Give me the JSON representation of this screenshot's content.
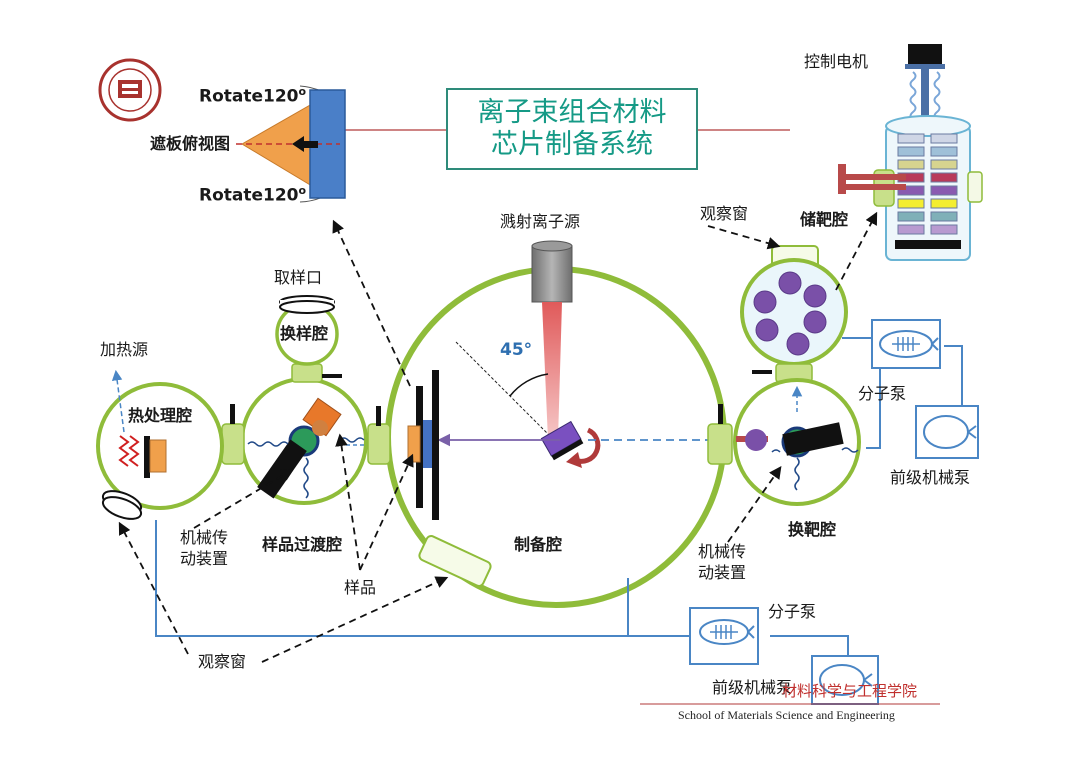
{
  "title": {
    "line1": "离子束组合材料",
    "line2": "芯片制备系统"
  },
  "top_view": {
    "label": "遮板俯视图",
    "rotate_top": "Rotate120",
    "rotate_bottom": "Rotate120",
    "degree_mark": "o"
  },
  "labels": {
    "motor": "控制电机",
    "target_store": "储靶腔",
    "obs_window_top": "观察窗",
    "sputter_source": "溅射离子源",
    "angle": "45",
    "angle_unit": "°",
    "sampling_port": "取样口",
    "sample_exchange": "换样腔",
    "heat_source": "加热源",
    "heat_chamber": "热处理腔",
    "mech_drive_left_1": "机械传",
    "mech_drive_left_2": "动装置",
    "sample_transfer": "样品过渡腔",
    "sample": "样品",
    "prep_chamber": "制备腔",
    "mech_drive_right_1": "机械传",
    "mech_drive_right_2": "动装置",
    "target_exchange": "换靶腔",
    "molecular_pump_1": "分子泵",
    "fore_pump_1": "前级机械泵",
    "molecular_pump_2": "分子泵",
    "fore_pump_2": "前级机械泵",
    "obs_window_bottom": "观察窗"
  },
  "footer": {
    "cn": "材料科学与工程学院",
    "en": "School of Materials Science and Engineering"
  },
  "colors": {
    "chamber": "#8fbc3a",
    "chamber_fill": "#ffffff",
    "pump_box": "#4a86c5",
    "beam": "#d94040",
    "sample_orange": "#f0a04b",
    "target_purple": "#7a4fa0",
    "blue_plate": "#4472c4",
    "title_teal": "#159a86",
    "footer_red": "#c0302e"
  },
  "icons": [
    "university-logo-icon",
    "molecular-pump-icon",
    "mechanical-pump-icon",
    "heater-coil-icon",
    "rotation-arrow-icon"
  ]
}
